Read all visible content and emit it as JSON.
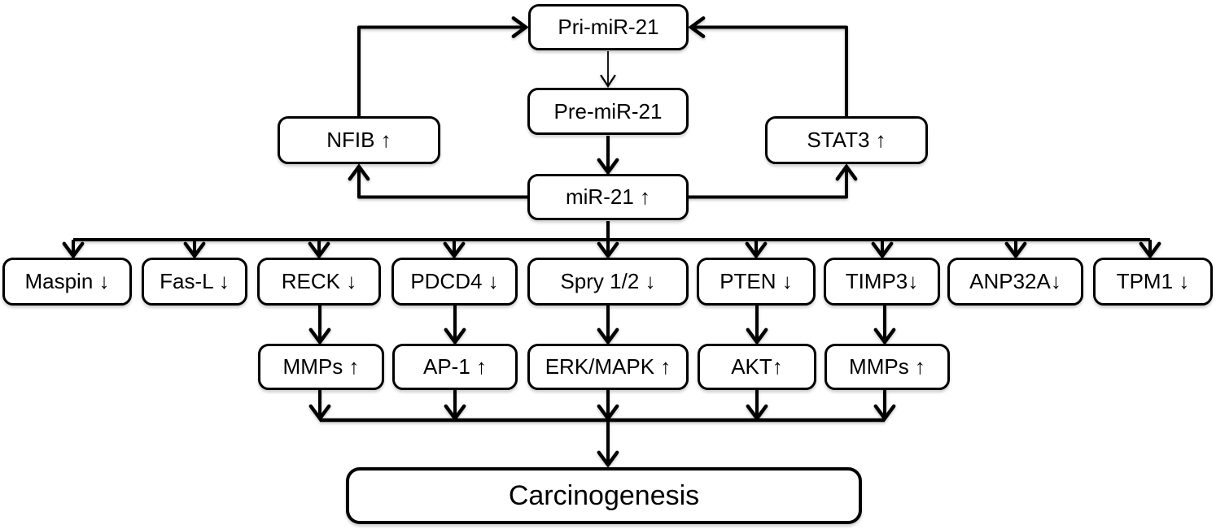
{
  "nodes": {
    "pri_mir21": "Pri-miR-21",
    "pre_mir21": "Pre-miR-21",
    "mir21": "miR-21 ↑",
    "nfib": "NFIB ↑",
    "stat3": "STAT3 ↑",
    "maspin": "Maspin ↓",
    "fas_l": "Fas-L ↓",
    "reck": "RECK ↓",
    "pdcd4": "PDCD4 ↓",
    "spry12": "Spry 1/2 ↓",
    "pten": "PTEN ↓",
    "timp3": "TIMP3↓",
    "anp32a": "ANP32A↓",
    "tpm1": "TPM1 ↓",
    "mmps_left": "MMPs ↑",
    "ap1": "AP-1 ↑",
    "erk_mapk": "ERK/MAPK ↑",
    "akt": "AKT↑",
    "mmps_right": "MMPs ↑",
    "carcinogenesis": "Carcinogenesis"
  },
  "colors": {
    "stroke": "#000000",
    "fill": "#ffffff",
    "text": "#000000"
  },
  "edges": [
    {
      "from": "nfib",
      "to": "pri_mir21"
    },
    {
      "from": "stat3",
      "to": "pri_mir21"
    },
    {
      "from": "pri_mir21",
      "to": "pre_mir21"
    },
    {
      "from": "pre_mir21",
      "to": "mir21"
    },
    {
      "from": "mir21",
      "to": "nfib"
    },
    {
      "from": "mir21",
      "to": "stat3"
    },
    {
      "from": "mir21",
      "to": "maspin"
    },
    {
      "from": "mir21",
      "to": "fas_l"
    },
    {
      "from": "mir21",
      "to": "reck"
    },
    {
      "from": "mir21",
      "to": "pdcd4"
    },
    {
      "from": "mir21",
      "to": "spry12"
    },
    {
      "from": "mir21",
      "to": "pten"
    },
    {
      "from": "mir21",
      "to": "timp3"
    },
    {
      "from": "mir21",
      "to": "anp32a"
    },
    {
      "from": "mir21",
      "to": "tpm1"
    },
    {
      "from": "reck",
      "to": "mmps_left"
    },
    {
      "from": "pdcd4",
      "to": "ap1"
    },
    {
      "from": "spry12",
      "to": "erk_mapk"
    },
    {
      "from": "pten",
      "to": "akt"
    },
    {
      "from": "timp3",
      "to": "mmps_right"
    },
    {
      "from": "mmps_left",
      "to": "carcinogenesis"
    },
    {
      "from": "ap1",
      "to": "carcinogenesis"
    },
    {
      "from": "erk_mapk",
      "to": "carcinogenesis"
    },
    {
      "from": "akt",
      "to": "carcinogenesis"
    },
    {
      "from": "mmps_right",
      "to": "carcinogenesis"
    }
  ]
}
